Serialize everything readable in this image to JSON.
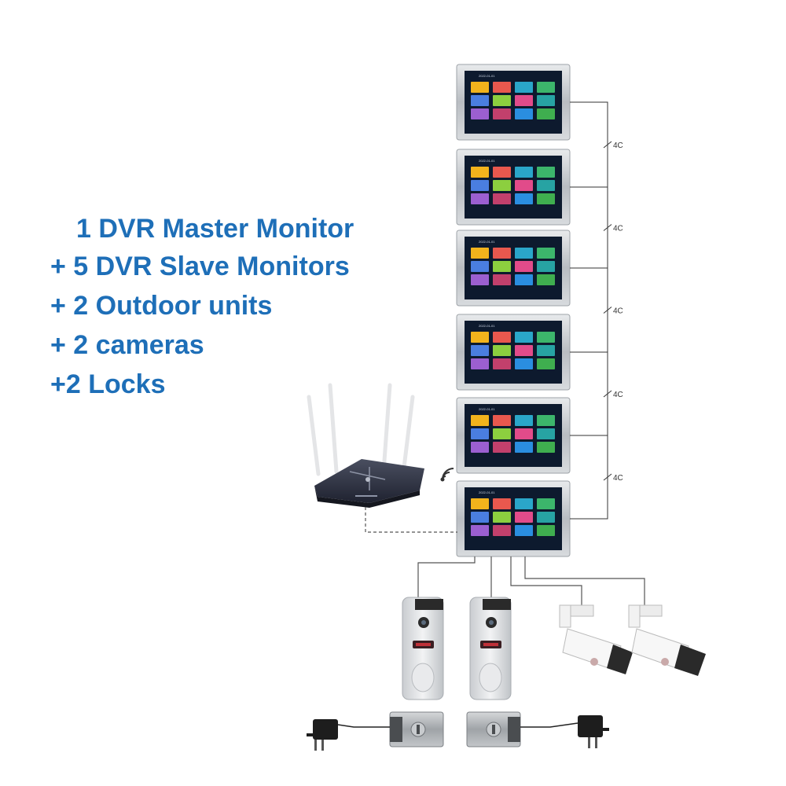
{
  "caption": {
    "lines": [
      "1 DVR Master Monitor",
      "+ 5 DVR Slave Monitors",
      "+ 2 Outdoor units",
      "+ 2 cameras",
      "+2 Locks"
    ]
  },
  "monitors": {
    "status_text": "2022-01-01",
    "cable_label": "4C",
    "tile_colors": [
      "#f2b31c",
      "#e8584e",
      "#2aa6c9",
      "#3cb56b",
      "#4a7ee0",
      "#8ccf3f",
      "#e14b8a",
      "#27a3a3",
      "#9b5fd0",
      "#c2406c",
      "#2a8ee0",
      "#3fae4f"
    ],
    "connections": [
      {
        "label": "4C"
      },
      {
        "label": "4C"
      },
      {
        "label": "4C"
      },
      {
        "label": "4C"
      },
      {
        "label": "4C"
      }
    ]
  },
  "colors": {
    "accent": "#1e6fb8",
    "monitor_frame": "#c9ccd0",
    "screen_bg": "#0d1a2e",
    "router": "#2d3140",
    "doorbell": "#d9dcdf",
    "camera": "#f4f4f4"
  },
  "icons": {
    "wifi": "wifi-icon",
    "router": "router-icon",
    "doorbell": "outdoor-unit-icon",
    "camera": "camera-icon",
    "lock": "lock-icon",
    "adapter": "power-adapter-icon"
  }
}
